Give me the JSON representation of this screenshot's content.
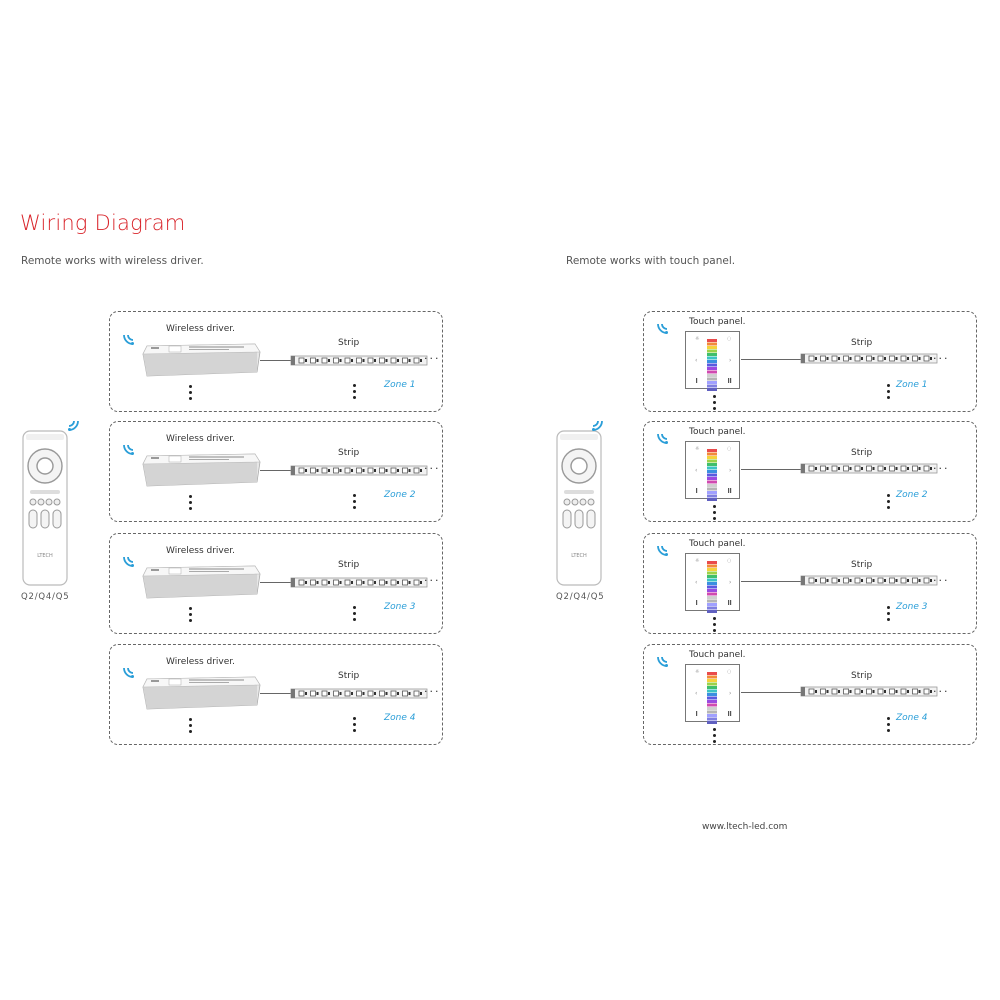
{
  "title": "Wiring Diagram",
  "left": {
    "subtitle": "Remote works with wireless driver.",
    "remote_label": "Q2/Q4/Q5",
    "rows": [
      {
        "device": "Wireless driver.",
        "strip": "Strip",
        "zone": "Zone 1"
      },
      {
        "device": "Wireless driver.",
        "strip": "Strip",
        "zone": "Zone 2"
      },
      {
        "device": "Wireless driver.",
        "strip": "Strip",
        "zone": "Zone 3"
      },
      {
        "device": "Wireless driver.",
        "strip": "Strip",
        "zone": "Zone 4"
      }
    ]
  },
  "right": {
    "subtitle": "Remote works with touch panel.",
    "remote_label": "Q2/Q4/Q5",
    "rows": [
      {
        "device": "Touch panel.",
        "strip": "Strip",
        "zone": "Zone 1"
      },
      {
        "device": "Touch panel.",
        "strip": "Strip",
        "zone": "Zone 2"
      },
      {
        "device": "Touch panel.",
        "strip": "Strip",
        "zone": "Zone 3"
      },
      {
        "device": "Touch panel.",
        "strip": "Strip",
        "zone": "Zone 4"
      }
    ]
  },
  "remote_brand": "LTECH",
  "website": "www.ltech-led.com",
  "colors": {
    "title": "#d9252b",
    "zone": "#2a9ed8",
    "wifi": "#2a9ed8"
  },
  "icons": [
    "wifi-signal-icon",
    "remote-control-icon",
    "wireless-driver-icon",
    "touch-panel-icon",
    "led-strip-icon"
  ]
}
